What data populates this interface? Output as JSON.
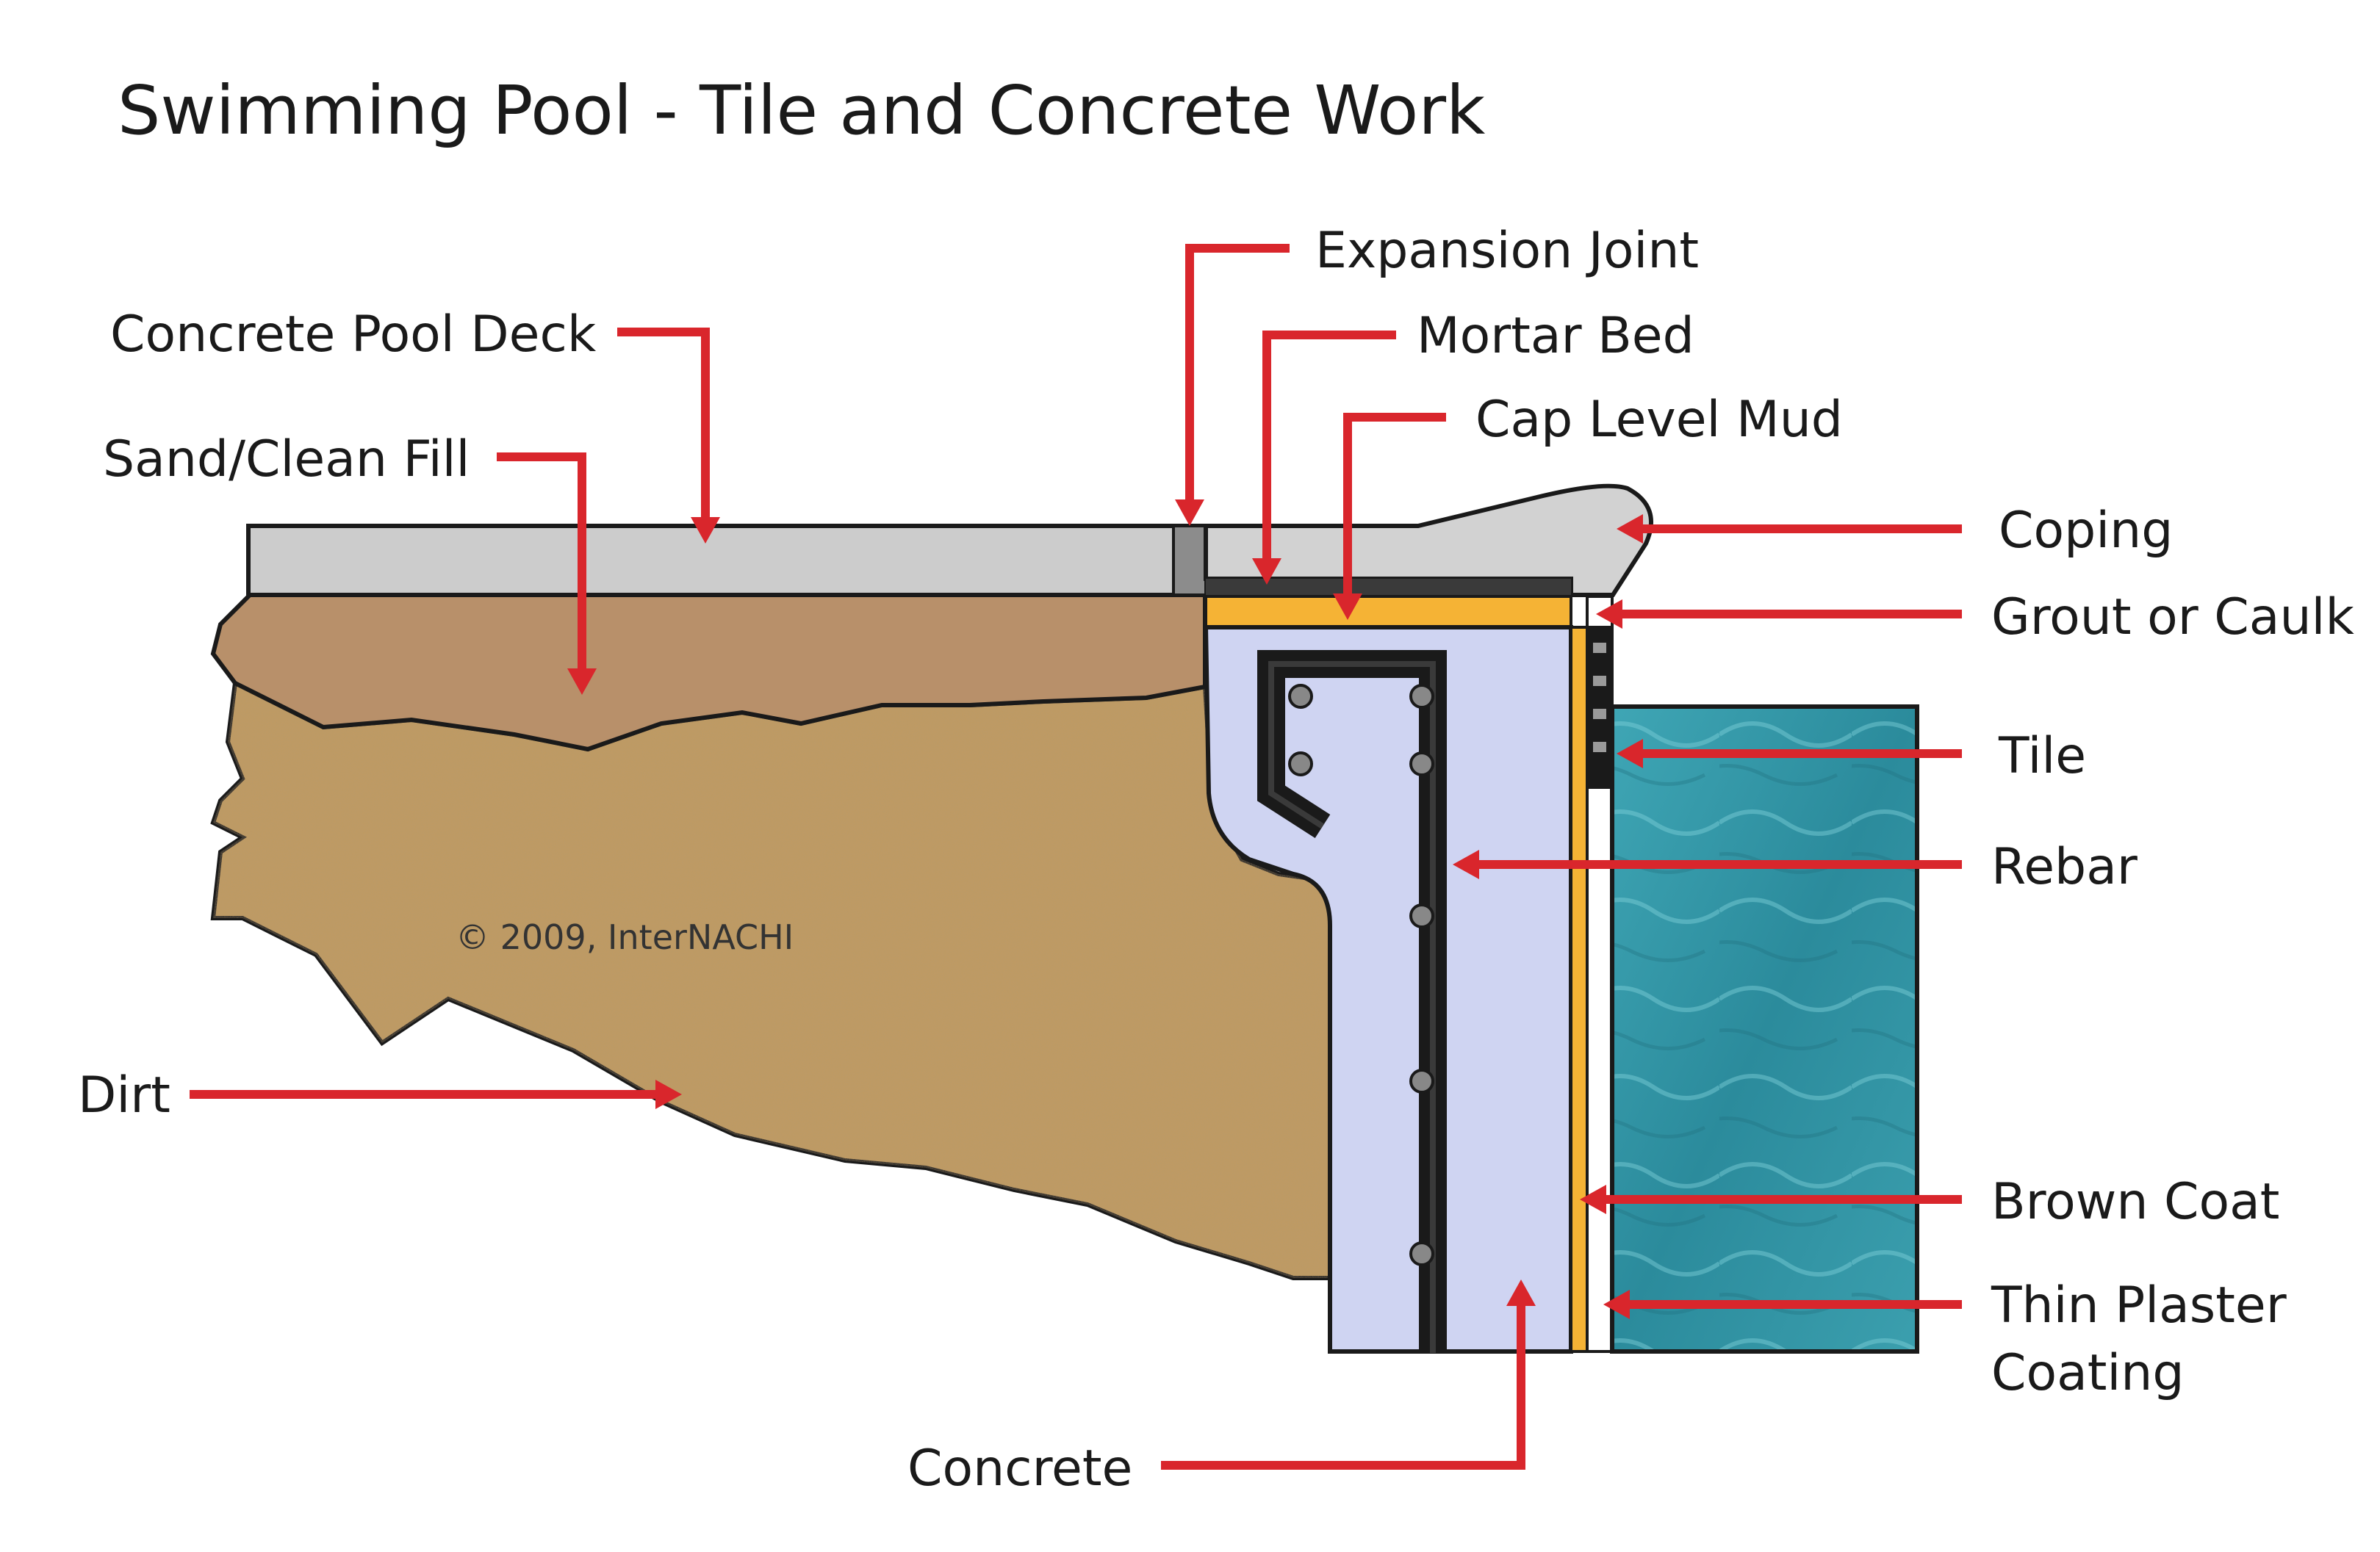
{
  "title": "Swimming Pool - Tile and Concrete Work",
  "copyright": "© 2009, InterNACHI",
  "labels": {
    "expansion_joint": "Expansion Joint",
    "mortar_bed": "Mortar Bed",
    "cap_level_mud": "Cap Level Mud",
    "concrete_pool_deck": "Concrete Pool Deck",
    "sand_clean_fill": "Sand/Clean Fill",
    "coping": "Coping",
    "grout_or_caulk": "Grout or Caulk",
    "tile": "Tile",
    "rebar": "Rebar",
    "dirt": "Dirt",
    "brown_coat": "Brown Coat",
    "thin_plaster_line1": "Thin Plaster",
    "thin_plaster_line2": "Coating",
    "concrete": "Concrete"
  },
  "colors": {
    "arrow": "#d9262c",
    "deck": "#cccccc",
    "sand": "#b8906a",
    "dirt": "#c19a5e",
    "concrete": "#cfd4f2",
    "mud": "#f5b335",
    "mortar": "#3a3a3a",
    "rebar": "#1a1a1a",
    "water": "#2f8fa0",
    "coping": "#d2d2d2"
  }
}
